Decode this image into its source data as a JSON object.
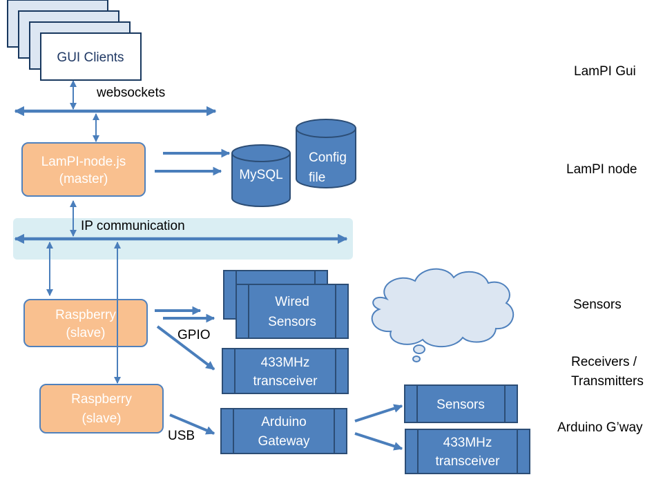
{
  "gui_clients": {
    "label": "GUI Clients"
  },
  "websockets_label": "websockets",
  "node": {
    "line1": "LamPI-node.js",
    "line2": "(master)"
  },
  "mysql_label": "MySQL",
  "config": {
    "line1": "Config",
    "line2": "file"
  },
  "ip_label": "IP communication",
  "raspberry1": {
    "line1": "Raspberry",
    "line2": "(slave)"
  },
  "raspberry2": {
    "line1": "Raspberry",
    "line2": "(slave)"
  },
  "wired_sensors": {
    "line1": "Wired",
    "line2": "Sensors"
  },
  "gpio_label": "GPIO",
  "transceiver1": {
    "line1": "433MHz",
    "line2": "transceiver"
  },
  "usb_label": "USB",
  "arduino_gateway": {
    "line1": "Arduino",
    "line2": "Gateway"
  },
  "sensors_box": {
    "label": "Sensors"
  },
  "transceiver2": {
    "line1": "433MHz",
    "line2": "transceiver"
  },
  "layers": {
    "gui": "LamPI Gui",
    "node": "LamPI node",
    "sensors": "Sensors",
    "receivers_line1": "Receivers /",
    "receivers_line2": "Transmitters",
    "arduino": "Arduino G’way"
  },
  "colors": {
    "orange_fill": "#F9C08F",
    "orange_stroke": "#4F81BD",
    "blue_fill": "#4F81BD",
    "blue_stroke": "#2C4D75",
    "line": "#4A7EBB",
    "band": "#DAEEF3",
    "client_fill": "#DCE6F2"
  }
}
